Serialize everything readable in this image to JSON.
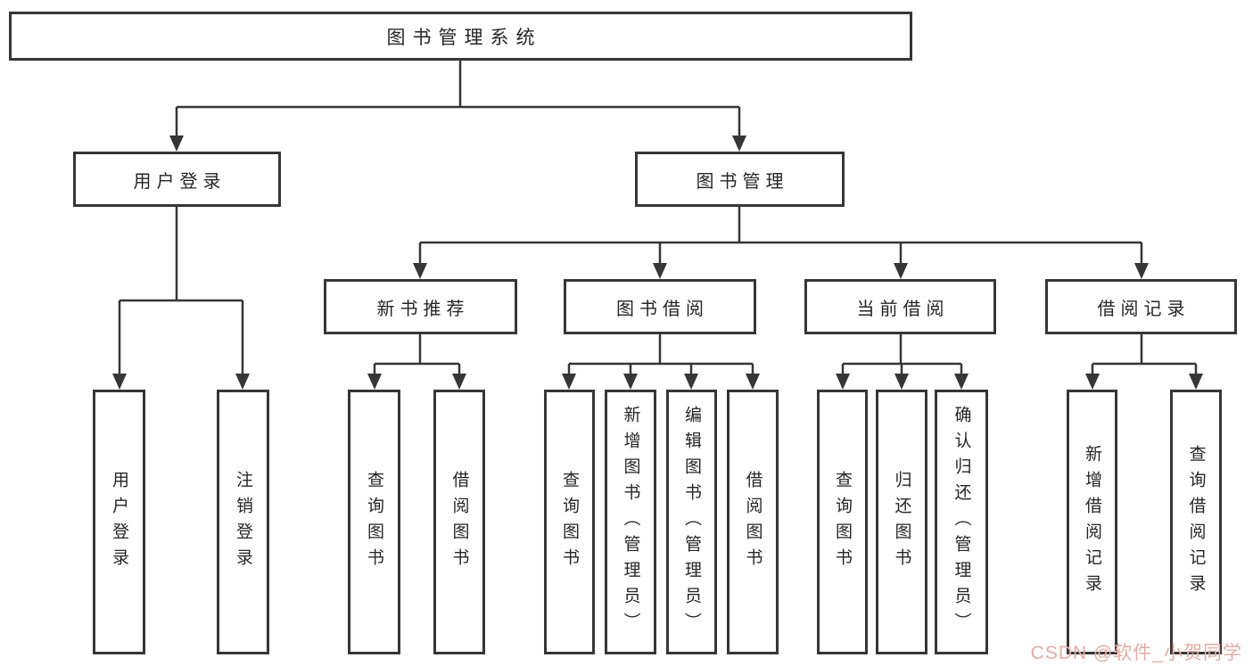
{
  "colors": {
    "line": "#363636",
    "border": "#363636",
    "text": "#262626",
    "background": "#ffffff"
  },
  "watermark": {
    "text": "CSDN @软件_小贺同学",
    "color": "#e6aba3"
  },
  "diagram": {
    "type": "tree",
    "root": {
      "label": "图书管理系统",
      "children": [
        {
          "label": "用户登录",
          "children": [
            {
              "label": "用户登录"
            },
            {
              "label": "注销登录"
            }
          ]
        },
        {
          "label": "图书管理",
          "children": [
            {
              "label": "新书推荐",
              "children": [
                {
                  "label": "查询图书"
                },
                {
                  "label": "借阅图书"
                }
              ]
            },
            {
              "label": "图书借阅",
              "children": [
                {
                  "label": "查询图书"
                },
                {
                  "label": "新增图书（管理员）"
                },
                {
                  "label": "编辑图书（管理员）"
                },
                {
                  "label": "借阅图书"
                }
              ]
            },
            {
              "label": "当前借阅",
              "children": [
                {
                  "label": "查询图书"
                },
                {
                  "label": "归还图书"
                },
                {
                  "label": "确认归还（管理员）"
                }
              ]
            },
            {
              "label": "借阅记录",
              "children": [
                {
                  "label": "新增借阅记录"
                },
                {
                  "label": "查询借阅记录"
                }
              ]
            }
          ]
        }
      ]
    }
  }
}
